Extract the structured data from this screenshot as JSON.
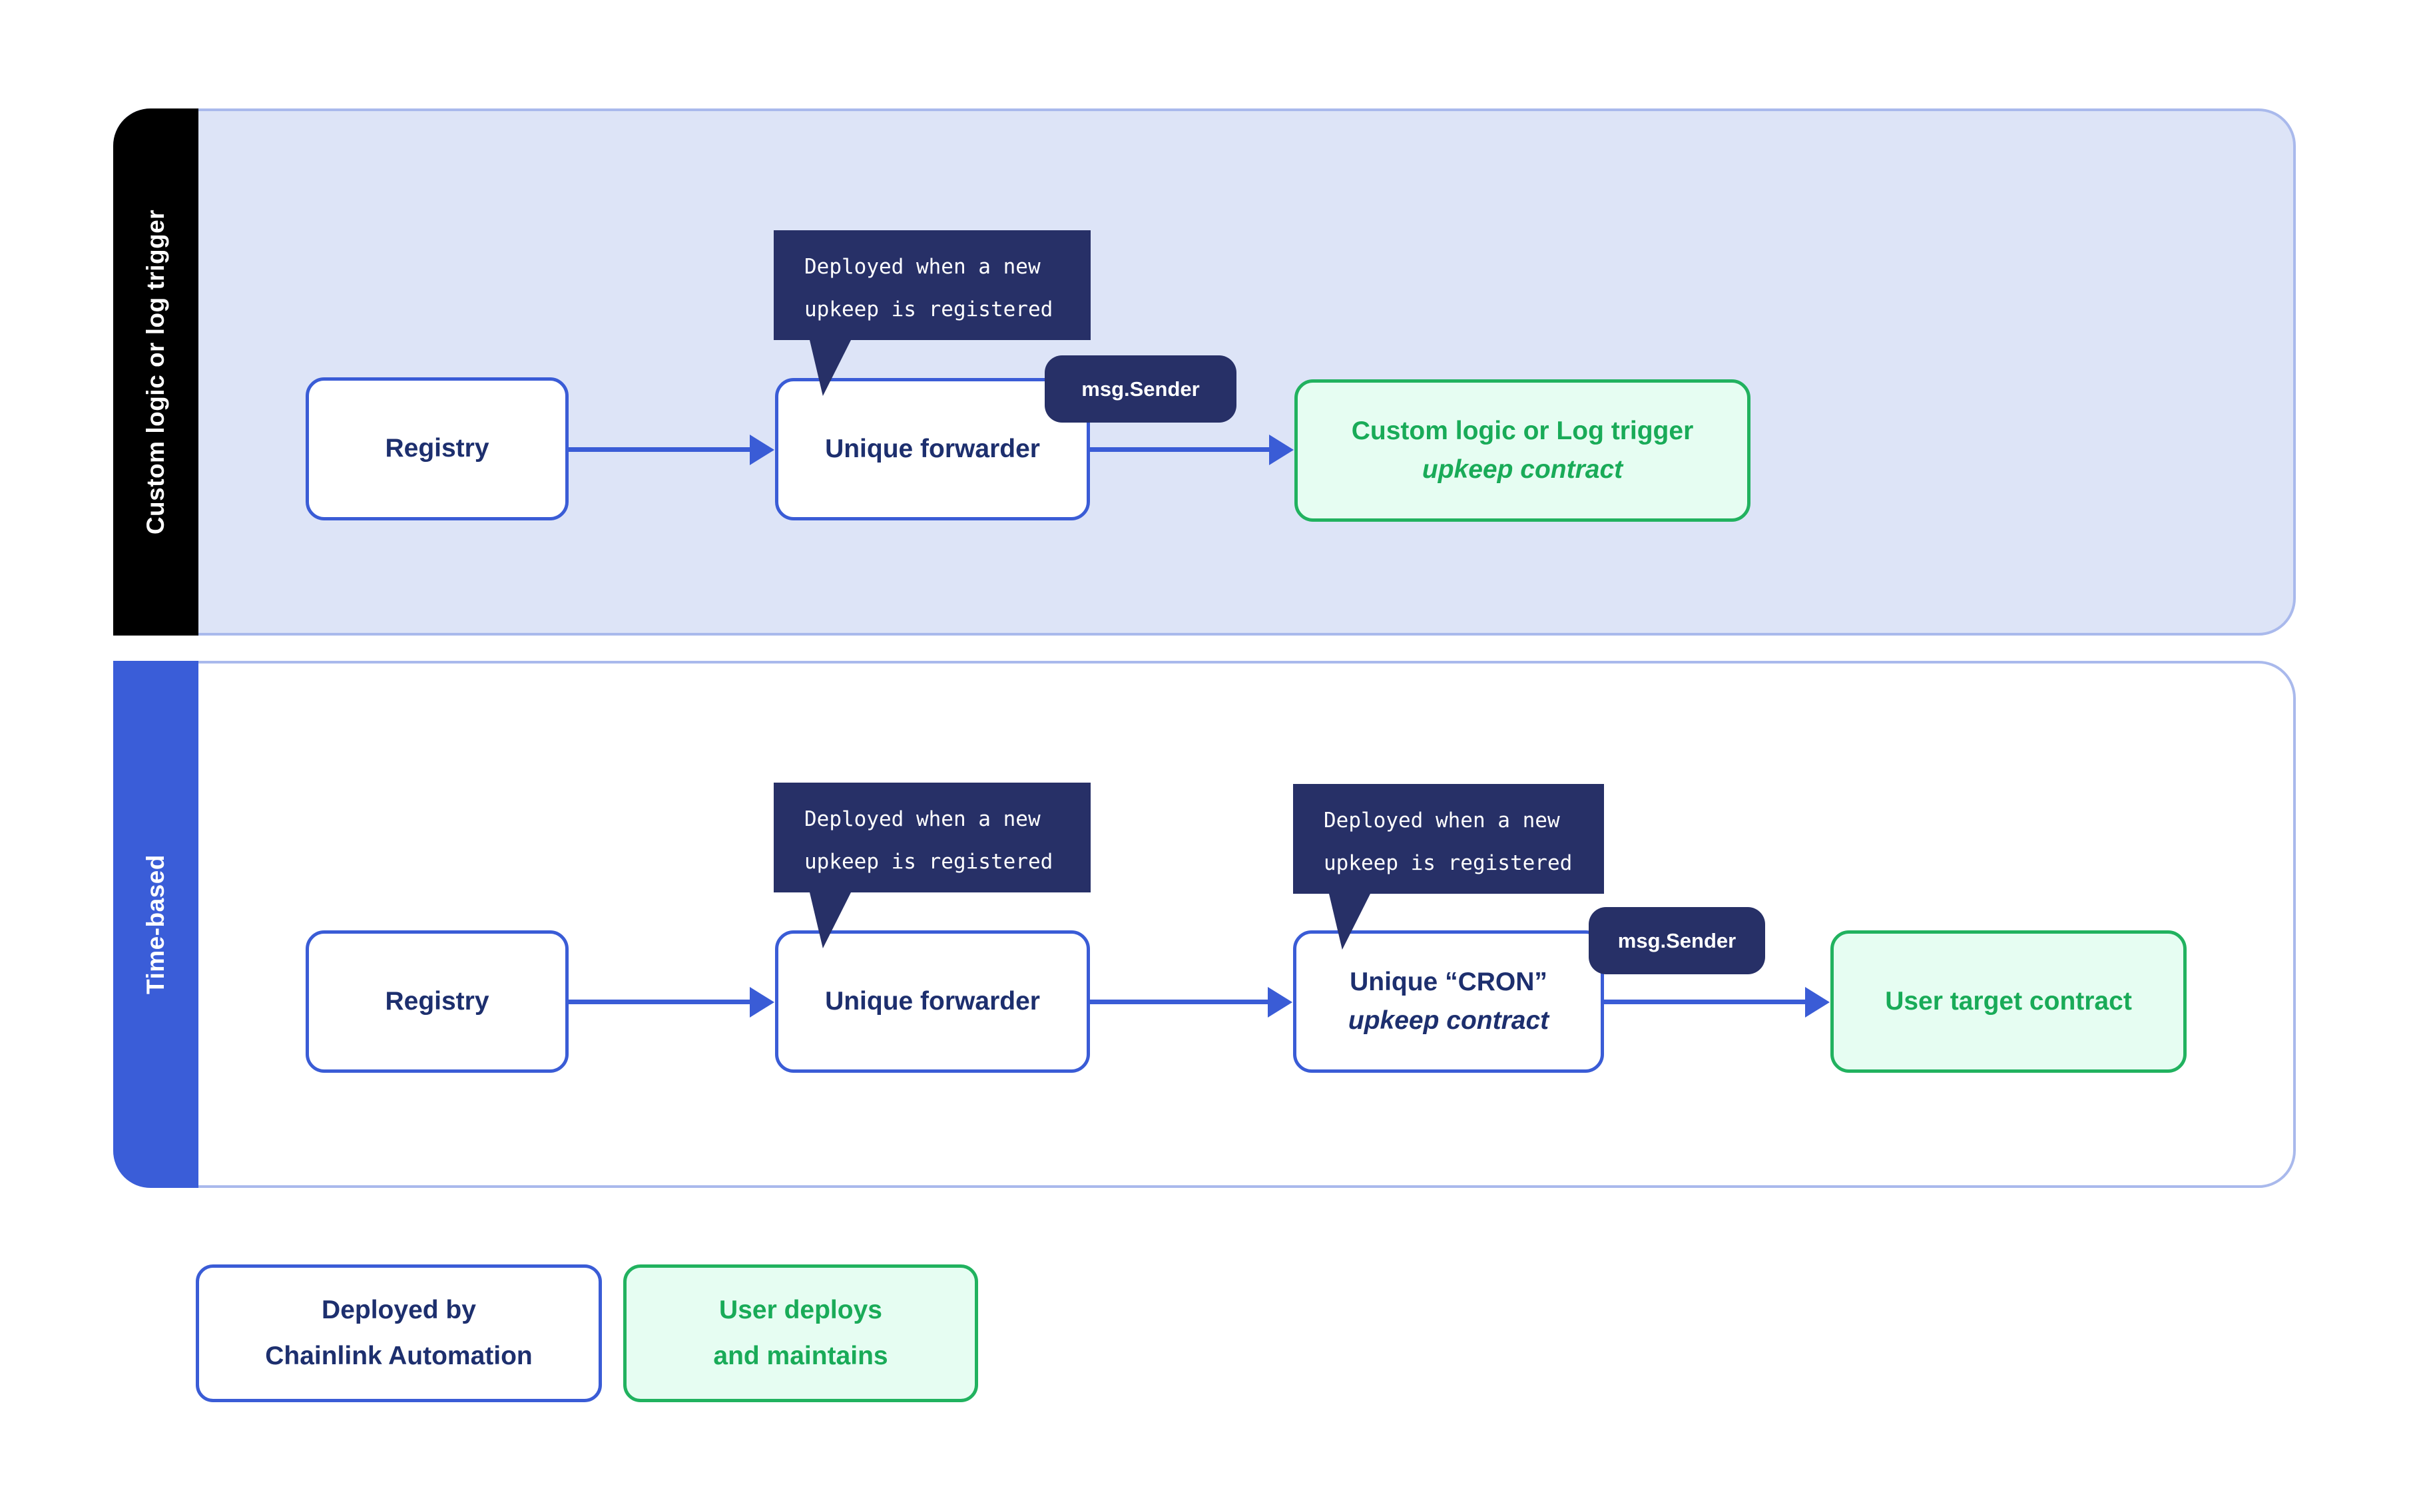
{
  "colors": {
    "accent_blue": "#3a5cd6",
    "bar_blue": "#3a5dd8",
    "bar_black": "#000000",
    "lane_background_lavender": "#dde4f7",
    "lane_border": "#a9b9ec",
    "navy_dark": "#273067",
    "node_text_navy": "#1d2f6e",
    "green_border": "#21b25f",
    "green_text": "#19ab58",
    "green_background": "#e6fdf2"
  },
  "lanes": [
    {
      "label": "Custom logic or log trigger",
      "registry": "Registry",
      "forwarder": "Unique forwarder",
      "tooltip_line1": "Deployed when a new",
      "tooltip_line2": "upkeep is registered",
      "badge": "msg.Sender",
      "target_line1": "Custom logic or Log trigger",
      "target_line2": "upkeep contract"
    },
    {
      "label": "Time-based",
      "registry": "Registry",
      "forwarder": "Unique forwarder",
      "tooltip1_line1": "Deployed when a new",
      "tooltip1_line2": "upkeep is registered",
      "tooltip2_line1": "Deployed when a new",
      "tooltip2_line2": "upkeep is registered",
      "badge": "msg.Sender",
      "cron_line1": "Unique “CRON”",
      "cron_line2": "upkeep contract",
      "target": "User target contract"
    }
  ],
  "legend": {
    "chainlink_line1": "Deployed by",
    "chainlink_line2": "Chainlink Automation",
    "user_line1": "User deploys",
    "user_line2": "and maintains"
  }
}
